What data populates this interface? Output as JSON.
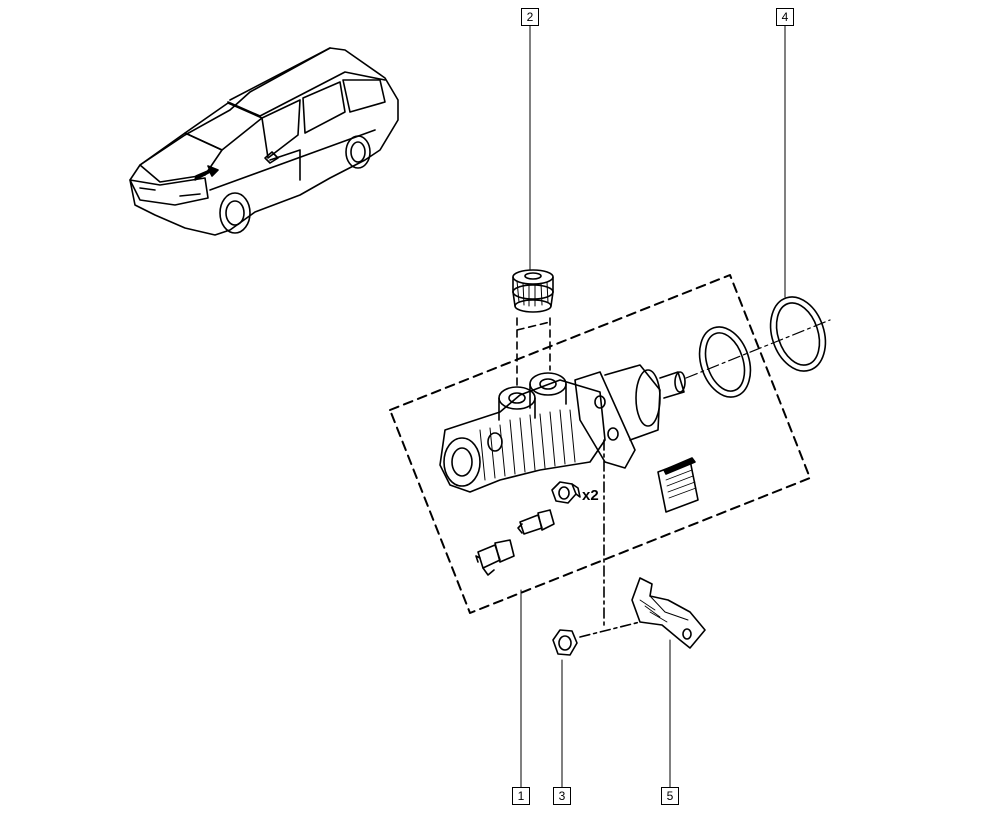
{
  "callouts": [
    "1",
    "2",
    "3",
    "4",
    "5"
  ],
  "quantity_label": "x2",
  "colors": {
    "line": "#000000",
    "background": "#ffffff"
  }
}
